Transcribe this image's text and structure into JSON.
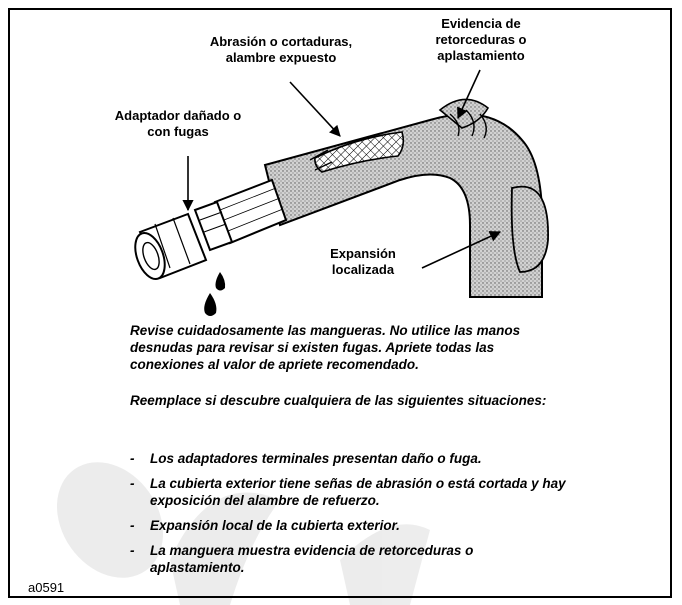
{
  "labels": {
    "retorceduras": "Evidencia de retorceduras o aplastamiento",
    "abrasion": "Abrasión o cortaduras, alambre expuesto",
    "adaptador": "Adaptador dañado o con fugas",
    "expansion": "Expansión localizada"
  },
  "instructions": {
    "intro": "Revise cuidadosamente las mangueras. No utilice las manos desnudas para revisar si existen fugas. Apriete todas las conexiones al valor de apriete recomendado.",
    "lead": "Reemplace si descubre cualquiera de las siguientes situaciones:",
    "bullet_marker": "-",
    "items": [
      "Los adaptadores terminales presentan daño o fuga.",
      "La cubierta exterior tiene señas de abrasión o está cortada y hay exposición del alambre de refuerzo.",
      "Expansión local de la cubierta exterior.",
      "La manguera muestra evidencia de retorceduras o aplastamiento."
    ]
  },
  "figure_id": "a0591",
  "colors": {
    "line": "#000000",
    "hose_fill": "#bdbdbd",
    "watermark": "#000000"
  }
}
